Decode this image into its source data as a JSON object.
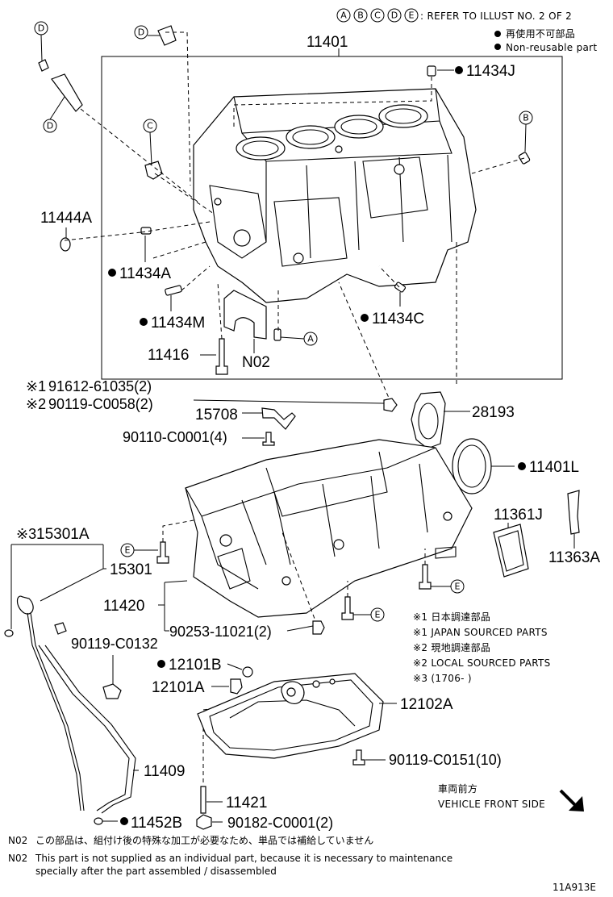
{
  "header": {
    "refer_letters": [
      "A",
      "B",
      "C",
      "D",
      "E"
    ],
    "refer_text": ": REFER TO ILLUST NO. 2 OF 2",
    "legend_jp": "再使用不可部品",
    "legend_en": "Non-reusable part"
  },
  "parts": {
    "p11401": "11401",
    "p11434J": "11434J",
    "p11444A": "11444A",
    "p11434A": "11434A",
    "p11434M": "11434M",
    "p11434C": "11434C",
    "p11416": "11416",
    "pN02": "N02",
    "p91612": "91612-61035(2)",
    "p90119_0058": "90119-C0058(2)",
    "p15708": "15708",
    "p28193": "28193",
    "p90110": "90110-C0001(4)",
    "p11401L": "11401L",
    "p11361J": "11361J",
    "p11363A": "11363A",
    "p15301A": "15301A",
    "p15301": "15301",
    "p11420": "11420",
    "p90253": "90253-11021(2)",
    "p90119_0132": "90119-C0132",
    "p12101B": "12101B",
    "p12101A": "12101A",
    "p12102A": "12102A",
    "p90119_0151": "90119-C0151(10)",
    "p11409": "11409",
    "p11421": "11421",
    "p11452B": "11452B",
    "p90182": "90182-C0001(2)"
  },
  "marks": {
    "m1": "※1",
    "m2": "※2",
    "m3": "※3"
  },
  "sourcing": {
    "l1": "※1 日本調達部品",
    "l2": "※1 JAPAN SOURCED PARTS",
    "l3": "※2 現地調達部品",
    "l4": "※2 LOCAL SOURCED PARTS",
    "l5": "※3 (1706-        )"
  },
  "direction": {
    "jp": "車両前方",
    "en": "VEHICLE FRONT SIDE"
  },
  "footnotes": {
    "code1": "N02",
    "jp": "この部品は、組付け後の特殊な加工が必要なため、単品では補給していません",
    "code2": "N02",
    "en1": "This part is not supplied as an individual part, because it is necessary to maintenance",
    "en2": "specially after the part assembled / disassembled"
  },
  "illustration_id": "11A913E"
}
